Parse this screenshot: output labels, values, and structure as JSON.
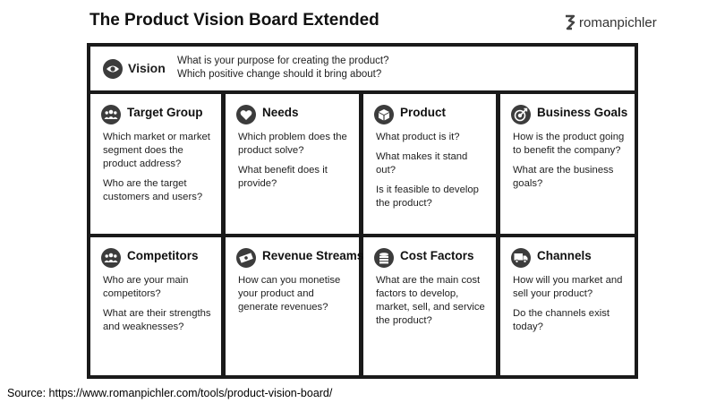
{
  "title": "The Product Vision Board Extended",
  "brand": {
    "name": "romanpichler",
    "icon": "brand-logo-icon"
  },
  "vision": {
    "label": "Vision",
    "icon": "eye-icon",
    "questions": [
      "What is your purpose for creating the product?",
      "Which positive change should it bring about?"
    ]
  },
  "sections": [
    {
      "label": "Target Group",
      "icon": "people-icon",
      "questions": [
        "Which market or market segment does the product address?",
        "Who are the target customers and users?"
      ]
    },
    {
      "label": "Needs",
      "icon": "heart-icon",
      "questions": [
        "Which problem does the product solve?",
        "What benefit does it provide?"
      ]
    },
    {
      "label": "Product",
      "icon": "box-icon",
      "questions": [
        "What product is it?",
        "What makes it stand out?",
        "Is it feasible to develop the product?"
      ]
    },
    {
      "label": "Business Goals",
      "icon": "target-icon",
      "questions": [
        "How is the product going to benefit the company?",
        "What are the business goals?"
      ]
    },
    {
      "label": "Competitors",
      "icon": "people-icon",
      "questions": [
        "Who are your main competitors?",
        "What are their strengths and weaknesses?"
      ]
    },
    {
      "label": "Revenue Streams",
      "icon": "money-icon",
      "questions": [
        "How can you monetise your product and generate revenues?"
      ]
    },
    {
      "label": "Cost Factors",
      "icon": "coins-icon",
      "questions": [
        "What are the main cost factors to develop, market, sell, and service the product?"
      ]
    },
    {
      "label": "Channels",
      "icon": "truck-icon",
      "questions": [
        "How will you market and sell your product?",
        "Do the channels exist today?"
      ]
    }
  ],
  "source": "Source: https://www.romanpichler.com/tools/product-vision-board/"
}
